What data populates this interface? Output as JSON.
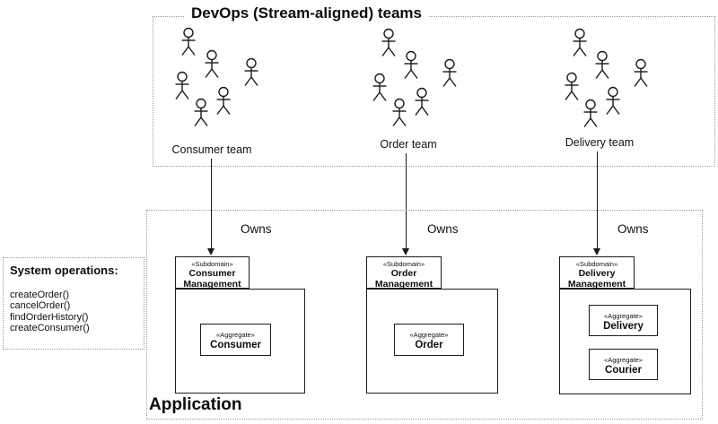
{
  "teams_section": {
    "title": "DevOps (Stream-aligned) teams",
    "teams": [
      {
        "label": "Consumer team",
        "members": 6
      },
      {
        "label": "Order team",
        "members": 6
      },
      {
        "label": "Delivery team",
        "members": 6
      }
    ]
  },
  "application_section": {
    "label": "Application",
    "owns_label": "Owns",
    "subdomains": [
      {
        "stereotype": "«Subdomain»",
        "name": "Consumer Management",
        "aggregates": [
          {
            "stereotype": "«Aggregate»",
            "name": "Consumer"
          }
        ]
      },
      {
        "stereotype": "«Subdomain»",
        "name": "Order Management",
        "aggregates": [
          {
            "stereotype": "«Aggregate»",
            "name": "Order"
          }
        ]
      },
      {
        "stereotype": "«Subdomain»",
        "name": "Delivery Management",
        "aggregates": [
          {
            "stereotype": "«Aggregate»",
            "name": "Delivery"
          },
          {
            "stereotype": "«Aggregate»",
            "name": "Courier"
          }
        ]
      }
    ]
  },
  "system_operations": {
    "title": "System operations:",
    "items": [
      "createOrder()",
      "cancelOrder()",
      "findOrderHistory()",
      "createConsumer()"
    ]
  },
  "colors": {
    "line": "#1a1a1a",
    "dotted_border": "#9a9a9a",
    "background": "#ffffff"
  }
}
